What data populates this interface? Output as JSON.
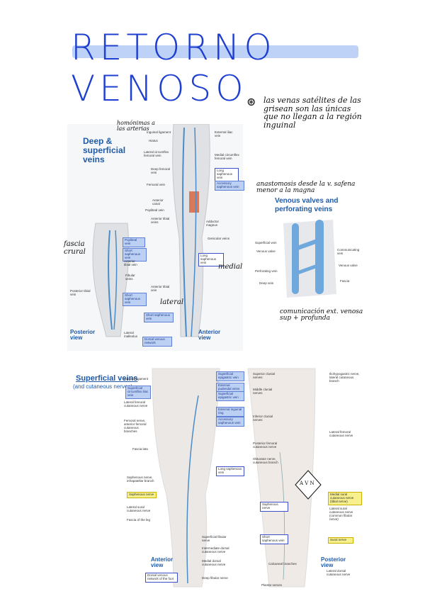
{
  "title": "RETORNO VENOSO",
  "notes": {
    "satellites": "las venas satélites de las grisean son las únicas que no llegan a la región inguinal",
    "homonimas": "homónimas a las arterias",
    "accessory": "anastomosis desde la v. safena menor a la magna",
    "fascia": "fascia crural",
    "medial": "medial",
    "lateral": "lateral",
    "communicating": "comunicación ext. venosa sup + profunda",
    "avn": "A V N"
  },
  "figure1": {
    "title": "Deep & superficial veins",
    "posterior_view": "Posterior view",
    "anterior_view": "Anterior view",
    "labels_center": [
      "Inguinal ligament",
      "Hiatus",
      "Lateral circumflex femoral vein",
      "Deep femoral vein",
      "Femoral vein",
      "Anterior canal",
      "Popliteal vein",
      "Anterior tibial veins",
      "Anterior tibial vein",
      "Lateral malleolus"
    ],
    "labels_right": [
      "External iliac vein",
      "Medial circumflex femoral vein",
      "Adductor magnus",
      "Genicular veins"
    ],
    "boxes": [
      "Long saphenous vein",
      "Accessory saphenous vein",
      "Long saphenous vein",
      "Short saphenous vein",
      "Dorsal venous network"
    ],
    "posterior_boxes": [
      "Popliteal vein",
      "Short saphenous vein",
      "Anterior tibial vein",
      "Short saphenous vein"
    ],
    "posterior_labels": [
      "Fibular veins",
      "Posterior tibial vein"
    ]
  },
  "figure2": {
    "title": "Venous valves and perforating veins",
    "labels": [
      "Superficial vein",
      "Venous valve",
      "Perforating vein",
      "Deep vein",
      "Communicating vein",
      "Venous valve",
      "Fascia"
    ]
  },
  "figure3": {
    "title": "Superficial veins",
    "subtitle": "(and cutaneous nerves)",
    "anterior_view": "Anterior view",
    "posterior_view": "Posterior view",
    "left_labels": [
      "Inguinal ligament",
      "Superficial circumflex iliac vein",
      "Lateral femoral cutaneous nerve",
      "Femoral nerve, anterior femoral cutaneous branches",
      "Fascia lata",
      "Saphenous nerve, infrapatellar branch",
      "Saphenous nerve",
      "Lateral sural cutaneous nerve",
      "Fascia of the leg",
      "Dorsal venous network of the foot"
    ],
    "mid_boxes": [
      "Superficial epigastric vein",
      "External pudendal veins",
      "Superficial epigastric vein",
      "External inguinal ring",
      "Accessory saphenous vein",
      "Long saphenous vein"
    ],
    "mid_labels": [
      "Superficial fibular nerve",
      "Intermediate dorsal cutaneous nerve",
      "Medial dorsal cutaneous nerve",
      "Deep fibular nerve"
    ],
    "right_left_labels": [
      "Superior clunial nerves",
      "Middle clunial nerves",
      "Inferior clunial nerves",
      "Posterior femoral cutaneous nerve",
      "Obturator nerve, cutaneous branch",
      "Saphenous nerve",
      "Short saphenous vein",
      "Calcaneal branches",
      "Plantar nerves"
    ],
    "right_right_labels": [
      "Iliohypogastric nerve, lateral cutaneous branch",
      "Lateral femoral cutaneous nerve",
      "Medial sural cutaneous nerve (tibial nerve)",
      "Lateral sural cutaneous nerve (common fibular nerve)",
      "Sural nerve",
      "Lateral dorsal cutaneous nerve"
    ]
  },
  "colors": {
    "accent": "#1f5aa8",
    "title": "#1f3fd0",
    "highlight": "#9bb8f2",
    "box": "#bcd0f3"
  }
}
